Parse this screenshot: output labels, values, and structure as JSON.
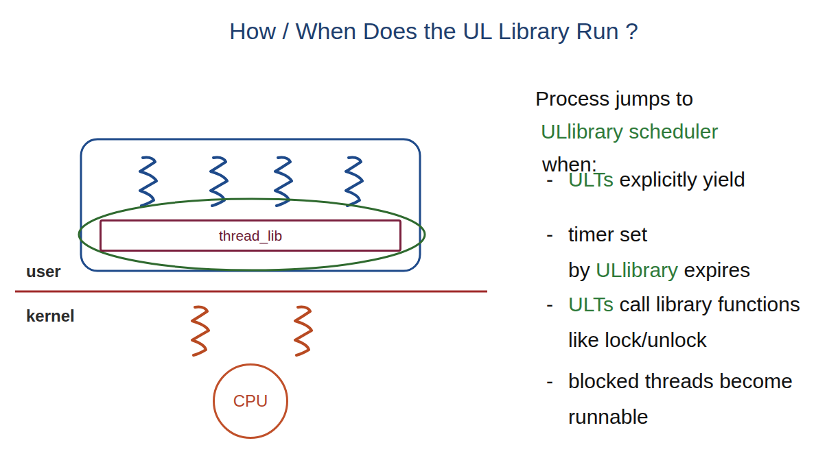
{
  "diagram": {
    "title": "How / When Does the UL Library Run ?",
    "nodes": [
      {
        "text": [
          "thread_lib"
        ]
      },
      {
        "text": [
          "CPU"
        ]
      }
    ],
    "labels": [
      "user",
      "kernel",
      "Process jumps to",
      "ULlibrary scheduler",
      "when:",
      "-",
      "ULTs",
      "explicitly yield",
      "-",
      "timer set by",
      "ULlibrary",
      "expires",
      "-",
      "ULTs",
      "call library functions like lock/unlock",
      "-",
      "blocked threads become runnable"
    ]
  }
}
